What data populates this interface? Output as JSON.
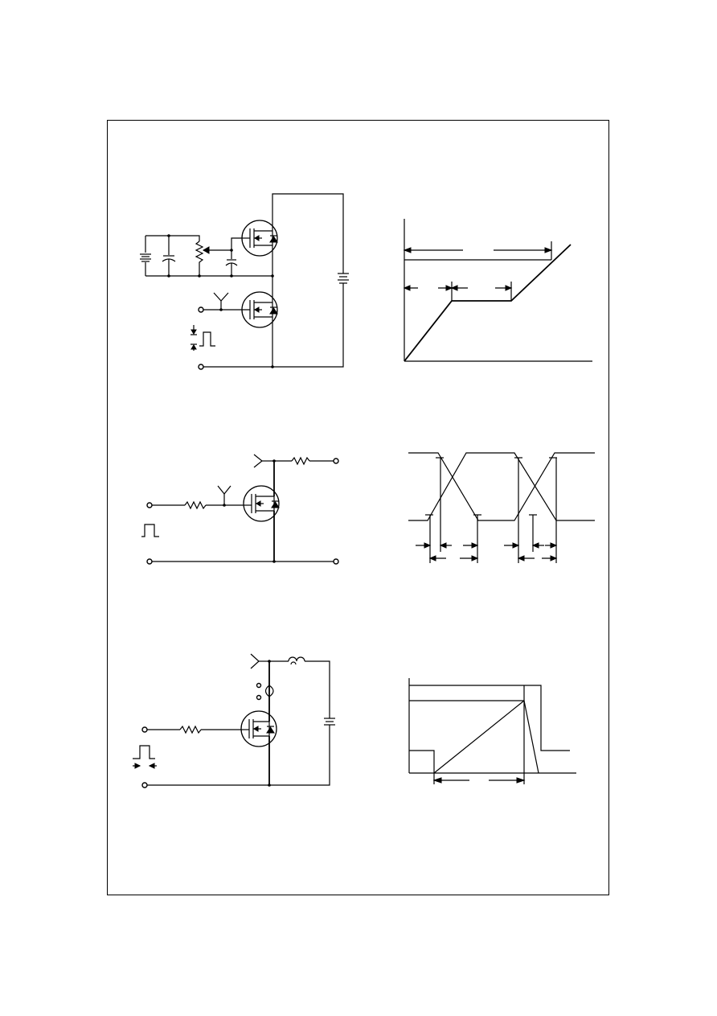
{
  "page": {
    "background": "#ffffff",
    "ink": "#000000"
  },
  "figures": [
    {
      "id": "gate-charge-test-circuit",
      "kind": "schematic"
    },
    {
      "id": "gate-charge-waveform",
      "kind": "waveform"
    },
    {
      "id": "resistive-switching-test-circuit",
      "kind": "schematic"
    },
    {
      "id": "resistive-switching-waveforms",
      "kind": "waveform"
    },
    {
      "id": "unclamped-inductive-switching-test-circuit",
      "kind": "schematic"
    },
    {
      "id": "unclamped-inductive-switching-waveforms",
      "kind": "waveform"
    }
  ]
}
